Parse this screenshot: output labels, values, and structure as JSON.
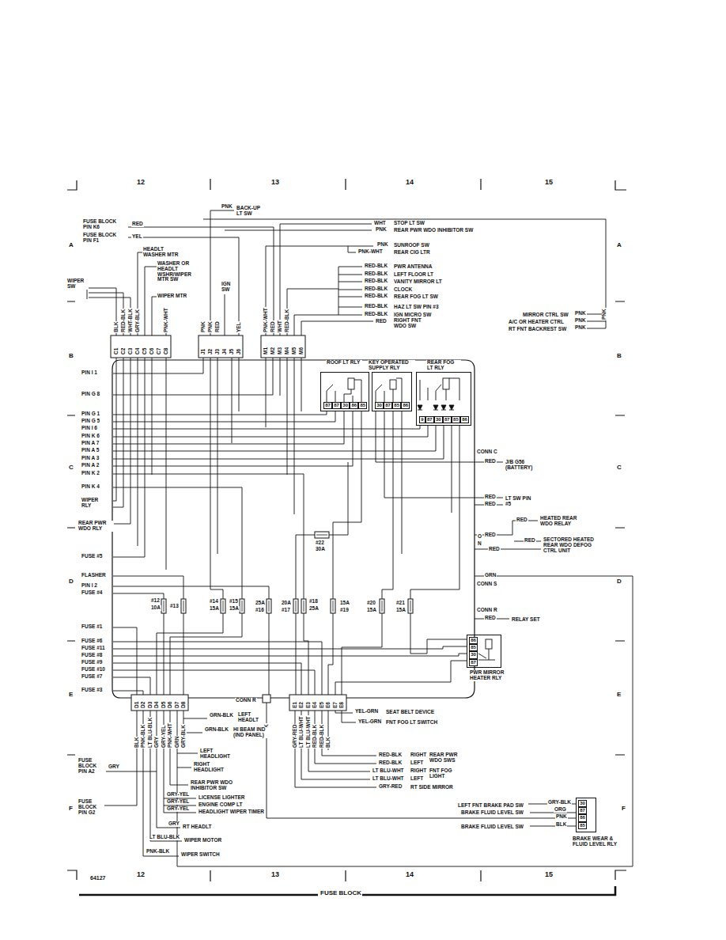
{
  "diagram": {
    "title": "FUSE BLOCK",
    "nodes": [
      {
        "text": [
          "ROOF LT RLY",
          "87",
          "87",
          "30",
          "86",
          "85"
        ]
      },
      {
        "text": [
          "KEY OPERATED SUPPLY RLY",
          "30",
          "87",
          "85",
          "86"
        ]
      },
      {
        "text": [
          "REAR FOG LT RLY",
          "9",
          "87",
          "30",
          "87",
          "85",
          "86"
        ]
      },
      {
        "text": [
          "PWR MIRROR HEATER RLY",
          "86",
          "85",
          "30",
          "87"
        ]
      },
      {
        "text": [
          "BRAKE WEAR & FLUID LEVEL RLY",
          "30",
          "87",
          "86",
          "85"
        ]
      }
    ],
    "labels": [
      "12",
      "13",
      "14",
      "15",
      "A",
      "B",
      "C",
      "D",
      "E",
      "F",
      "A",
      "B",
      "C",
      "D",
      "E",
      "F",
      "12",
      "13",
      "14",
      "15",
      "64127",
      "PNK",
      "BACK-UP LT SW",
      "FUSE BLOCK PIN K6",
      "RED",
      "FUSE BLOCK PIN F1",
      "YEL",
      "HEADLT WASHER MTR",
      "WASHER OR HEADLT WSHR/WIPER MTR SW",
      "WIPER SW",
      "WIPER MTR",
      "IGN SW",
      "WHT",
      "STOP LT SW",
      "PNK",
      "REAR PWR WDO INHIBITOR SW",
      "PNK",
      "SUNROOF SW",
      "PNK-WHT",
      "REAR CIG LTR",
      "RED-BLK",
      "PWR ANTENNA",
      "RED-BLK",
      "LEFT FLOOR LT",
      "RED-BLK",
      "VANITY MIRROR LT",
      "RED-BLK",
      "CLOCK",
      "RED-BLK",
      "REAR FOG LT SW",
      "RED-BLK",
      "HAZ LT SW PIN #3",
      "RED-BLK",
      "IGN MICRO SW",
      "RED",
      "RIGHT FNT WDO SW",
      "MIRROR CTRL SW",
      "PNK",
      "A/C OR HEATER CTRL",
      "PNK",
      "RT FNT BACKREST SW",
      "PNK",
      "PNK",
      "C1",
      "C2",
      "C3",
      "C4",
      "C5",
      "C6",
      "C7",
      "C8",
      "J1",
      "J2",
      "J3",
      "J4",
      "J5",
      "J6",
      "M1",
      "M2",
      "M3",
      "M4",
      "M5",
      "M6",
      "BLK",
      "RED-BLK",
      "WHT-BLK",
      "GRY-BLK",
      "PNK-WHT",
      "PNK",
      "PNK",
      "RED",
      "YEL",
      "PNK-WHT",
      "RED",
      "WHT",
      "RED-BLK",
      "PIN I 1",
      "PIN G 8",
      "PIN G 1",
      "PIN G 5",
      "PIN I 6",
      "PIN K 6",
      "PIN A 7",
      "PIN A 5",
      "PIN A 3",
      "PIN A 2",
      "PIN K 2",
      "PIN K 4",
      "WIPER RLY",
      "REAR PWR WDO RLY",
      "FUSE #5",
      "FLASHER",
      "PIN I 2",
      "FUSE #4",
      "FUSE #1",
      "FUSE #6",
      "FUSE #11",
      "FUSE #8",
      "FUSE #9",
      "FUSE #10",
      "FUSE #7",
      "FUSE #3",
      "CONN C",
      "RED",
      "J/B G56 (BATTERY)",
      "RED",
      "RED",
      "LT SW PIN #5",
      "RED",
      "HEATED REAR WDO RELAY",
      "O",
      "N",
      "RED",
      "RED",
      "RED",
      "SECTORED HEATED REAR WDO DEFOG CTRL UNIT",
      "GRN",
      "CONN S",
      "CONN R",
      "RED",
      "RELAY SET",
      "#12",
      "10A",
      "#13",
      "#14",
      "15A",
      "#15",
      "15A",
      "25A",
      "#16",
      "20A",
      "#17",
      "#18",
      "25A",
      "15A",
      "#19",
      "#20",
      "15A",
      "#21",
      "15A",
      "#22",
      "30A",
      "D1",
      "D2",
      "D3",
      "D4",
      "D5",
      "D6",
      "D7",
      "D8",
      "CONN R",
      "E1",
      "E2",
      "E3",
      "E4",
      "E5",
      "E6",
      "E7",
      "E8",
      "BLK",
      "PNK-BLK",
      "LT BLU-BLK",
      "GRY",
      "GRY-YEL",
      "PNK-WHT",
      "GRN",
      "GRY-BLK",
      "PNK",
      "GRY-RED",
      "LT BLU-WHT",
      "LT BLU-WHT",
      "RED-BLK",
      "RED-BLK",
      "BLK",
      "GRN-BLK",
      "LEFT HEADLT",
      "GRN-BLK",
      "HI BEAM IND (IND PANEL)",
      "LEFT HEADLIGHT",
      "RIGHT HEADLIGHT",
      "REAR PWR WDO INHIBITOR SW",
      "GRY-YEL",
      "LICENSE LIGHTER",
      "GRY-YEL",
      "ENGINE COMP LT",
      "GRY-YEL",
      "HEADLIGHT WIPER TIMER",
      "GRY",
      "RT HEADLT",
      "LT BLU-BLK",
      "WIPER MOTOR",
      "PNK-BLK",
      "WIPER SWITCH",
      "FUSE BLOCK PIN A2",
      "GRY",
      "FUSE BLOCK PIN G2",
      "YEL-GRN",
      "SEAT BELT DEVICE",
      "YEL-GRN",
      "FNT FOG LT SWITCH",
      "RED-BLK",
      "RED-BLK",
      "RIGHT",
      "LEFT",
      "REAR PWR WDO SWS",
      "LT BLU-WHT",
      "LT BLU-WHT",
      "RIGHT",
      "LEFT",
      "FNT FOG LIGHT",
      "GRY-RED",
      "RT SIDE MIRROR",
      "LEFT FNT BRAKE PAD SW",
      "GRY-BLK",
      "BRAKE FLUID LEVEL SW",
      "ORG",
      "PNK",
      "BRAKE FLUID LEVEL SW",
      "BLK"
    ]
  }
}
